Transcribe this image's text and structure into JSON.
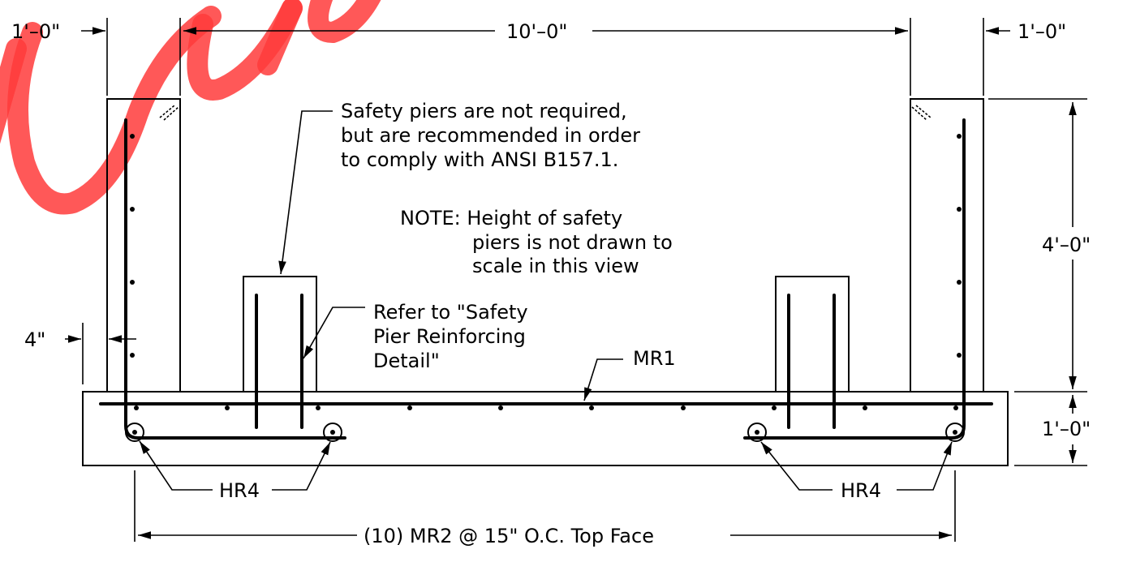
{
  "dimensions": {
    "left_wall_width": "1'–0\"",
    "inner_span": "10'–0\"",
    "right_wall_width": "1'–0\"",
    "wall_height": "4'–0\"",
    "slab_thickness": "1'–0\"",
    "cover": "4\""
  },
  "notes": {
    "safety_piers": [
      "Safety piers are not required,",
      "but are recommended in order",
      "to comply with ANSI B157.1."
    ],
    "height_note": [
      "NOTE: Height of safety",
      "piers is not drawn to",
      "scale in this view"
    ],
    "reinforcing_reference": [
      "Refer to \"Safety",
      "Pier Reinforcing",
      "Detail\""
    ]
  },
  "labels": {
    "mr1": "MR1",
    "hr4_left": "HR4",
    "hr4_right": "HR4",
    "mr2_callout": "(10) MR2 @ 15\" O.C. Top Face"
  },
  "watermark": "pun",
  "colors": {
    "linework": "#000000",
    "watermark": "#ff3b3b",
    "background": "#ffffff"
  }
}
